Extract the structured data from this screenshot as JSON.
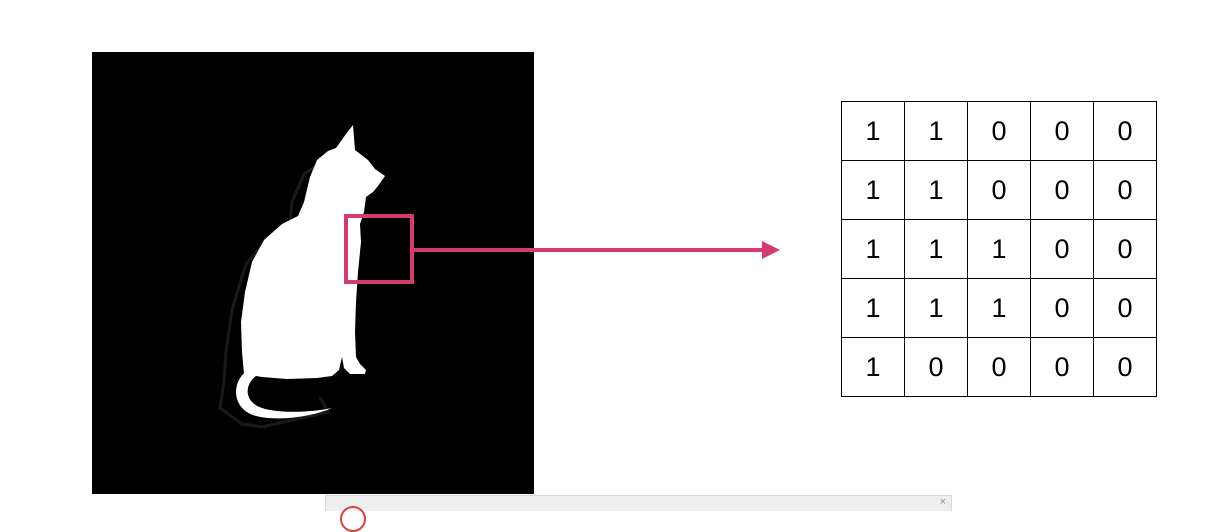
{
  "figure": {
    "image_description_name": "cat-silhouette-image",
    "highlight_color": "#d63a73",
    "arrow_color": "#d63a73",
    "background_color": "#000000",
    "silhouette_color": "#ffffff"
  },
  "matrix": {
    "rows": [
      [
        "1",
        "1",
        "0",
        "0",
        "0"
      ],
      [
        "1",
        "1",
        "0",
        "0",
        "0"
      ],
      [
        "1",
        "1",
        "1",
        "0",
        "0"
      ],
      [
        "1",
        "1",
        "1",
        "0",
        "0"
      ],
      [
        "1",
        "0",
        "0",
        "0",
        "0"
      ]
    ]
  },
  "popup": {
    "close_icon": "close-icon",
    "close_glyph": "×",
    "badge_icon": "alert-circle-icon"
  }
}
